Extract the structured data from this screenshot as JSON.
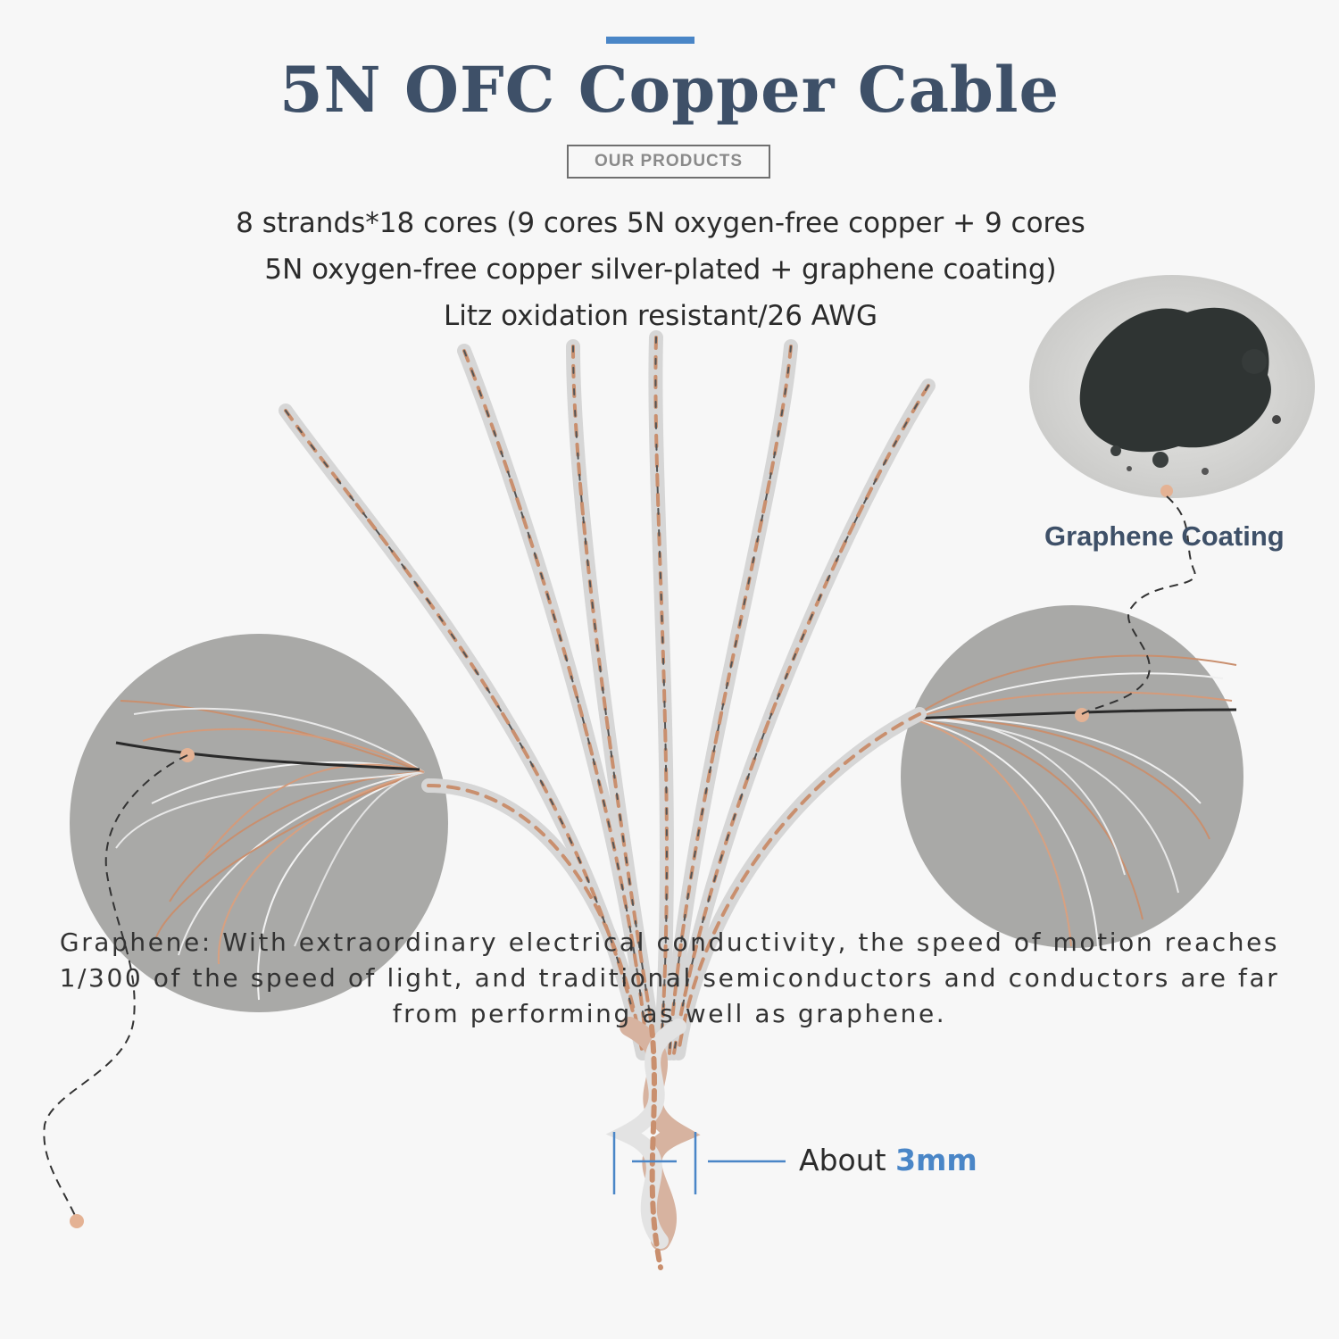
{
  "header": {
    "title": "5N OFC Copper Cable",
    "badge": "OUR PRODUCTS"
  },
  "spec": {
    "line1": "8 strands*18 cores (9 cores 5N oxygen-free copper + 9 cores",
    "line2": "5N oxygen-free copper silver-plated + graphene coating)",
    "line3": "Litz oxidation resistant/26 AWG"
  },
  "callouts": {
    "graphene_coating": "Graphene Coating"
  },
  "measurement": {
    "prefix": "About ",
    "value": "3mm"
  },
  "description": {
    "line1": "Graphene: With extraordinary electrical conductivity, the speed of motion reaches",
    "line2": "1/300 of the speed of light, and traditional semiconductors and conductors are far",
    "line3": "from performing as well as graphene."
  },
  "colors": {
    "title": "#3e5068",
    "accent": "#4a86c7",
    "copper": "#c98f6e",
    "silver": "#dcdcdc",
    "graphene": "#2a2a2a",
    "zoom_circle": "#a9a9a7",
    "callout_dot": "#e4b294"
  }
}
